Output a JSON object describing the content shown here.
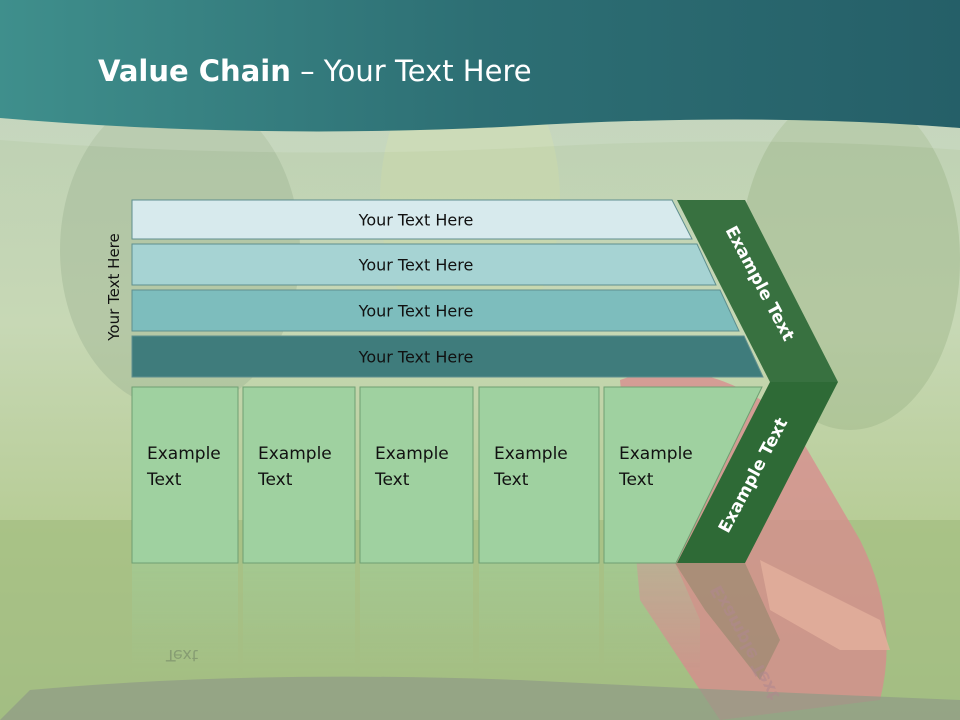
{
  "slide": {
    "title_bold": "Value Chain",
    "title_rest": " – Your Text Here",
    "side_label": "Your Text Here"
  },
  "rows": [
    {
      "label": "Your Text Here",
      "color": "#d7eaed"
    },
    {
      "label": "Your Text Here",
      "color": "#a6d3d3"
    },
    {
      "label": "Your Text Here",
      "color": "#7dbdbd"
    },
    {
      "label": "Your Text Here",
      "color": "#3f7c7c"
    }
  ],
  "columns": [
    {
      "line1": "Example",
      "line2": "Text"
    },
    {
      "line1": "Example",
      "line2": "Text"
    },
    {
      "line1": "Example",
      "line2": "Text"
    },
    {
      "line1": "Example",
      "line2": "Text"
    },
    {
      "line1": "Example",
      "line2": "Text"
    }
  ],
  "chevron": {
    "upper_label": "Example Text",
    "lower_label": "Example Text",
    "color": "#2e6a36"
  },
  "colors": {
    "header": "#2f7378",
    "column_fill": "#9fd1a0",
    "background_grass": "#a8c48a"
  }
}
